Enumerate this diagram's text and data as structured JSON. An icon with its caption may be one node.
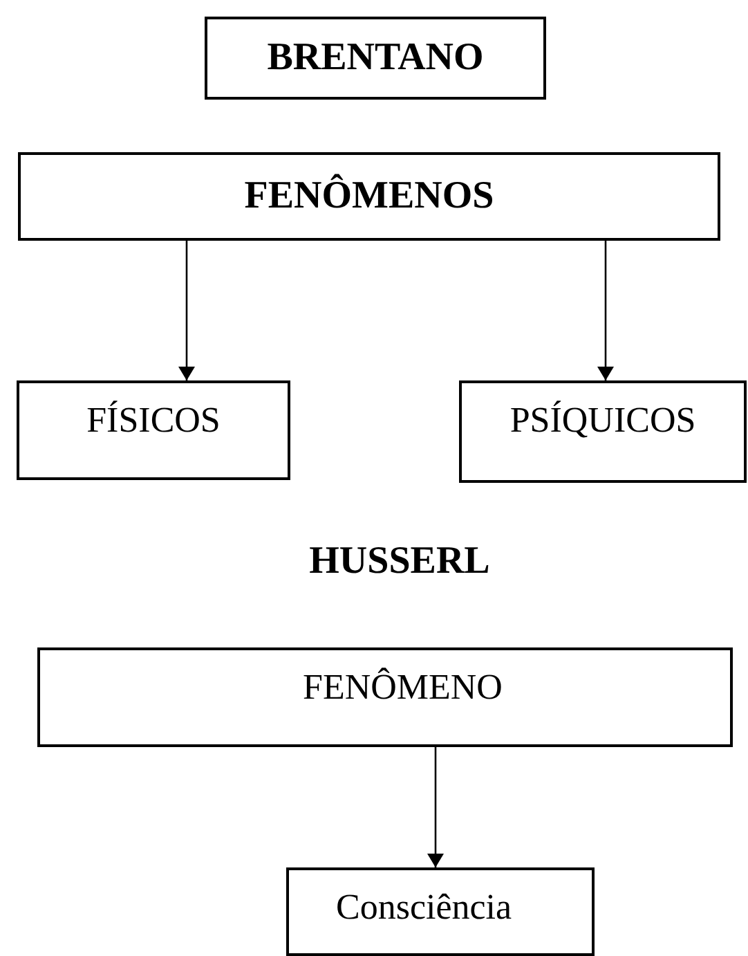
{
  "diagram": {
    "nodes": [
      {
        "text": [
          "BRENTANO"
        ]
      },
      {
        "text": [
          "FENÔMENOS"
        ]
      },
      {
        "text": [
          "FÍSICOS"
        ]
      },
      {
        "text": [
          "PSÍQUICOS"
        ]
      },
      {
        "text": [
          "FENÔMENO"
        ]
      },
      {
        "text": [
          "Consciência"
        ]
      }
    ],
    "edges": [
      {
        "from": 1,
        "to": 2,
        "arrow": "to"
      },
      {
        "from": 1,
        "to": 3,
        "arrow": "to"
      },
      {
        "from": 4,
        "to": 5,
        "arrow": "to"
      }
    ],
    "labels": [
      "HUSSERL"
    ]
  }
}
